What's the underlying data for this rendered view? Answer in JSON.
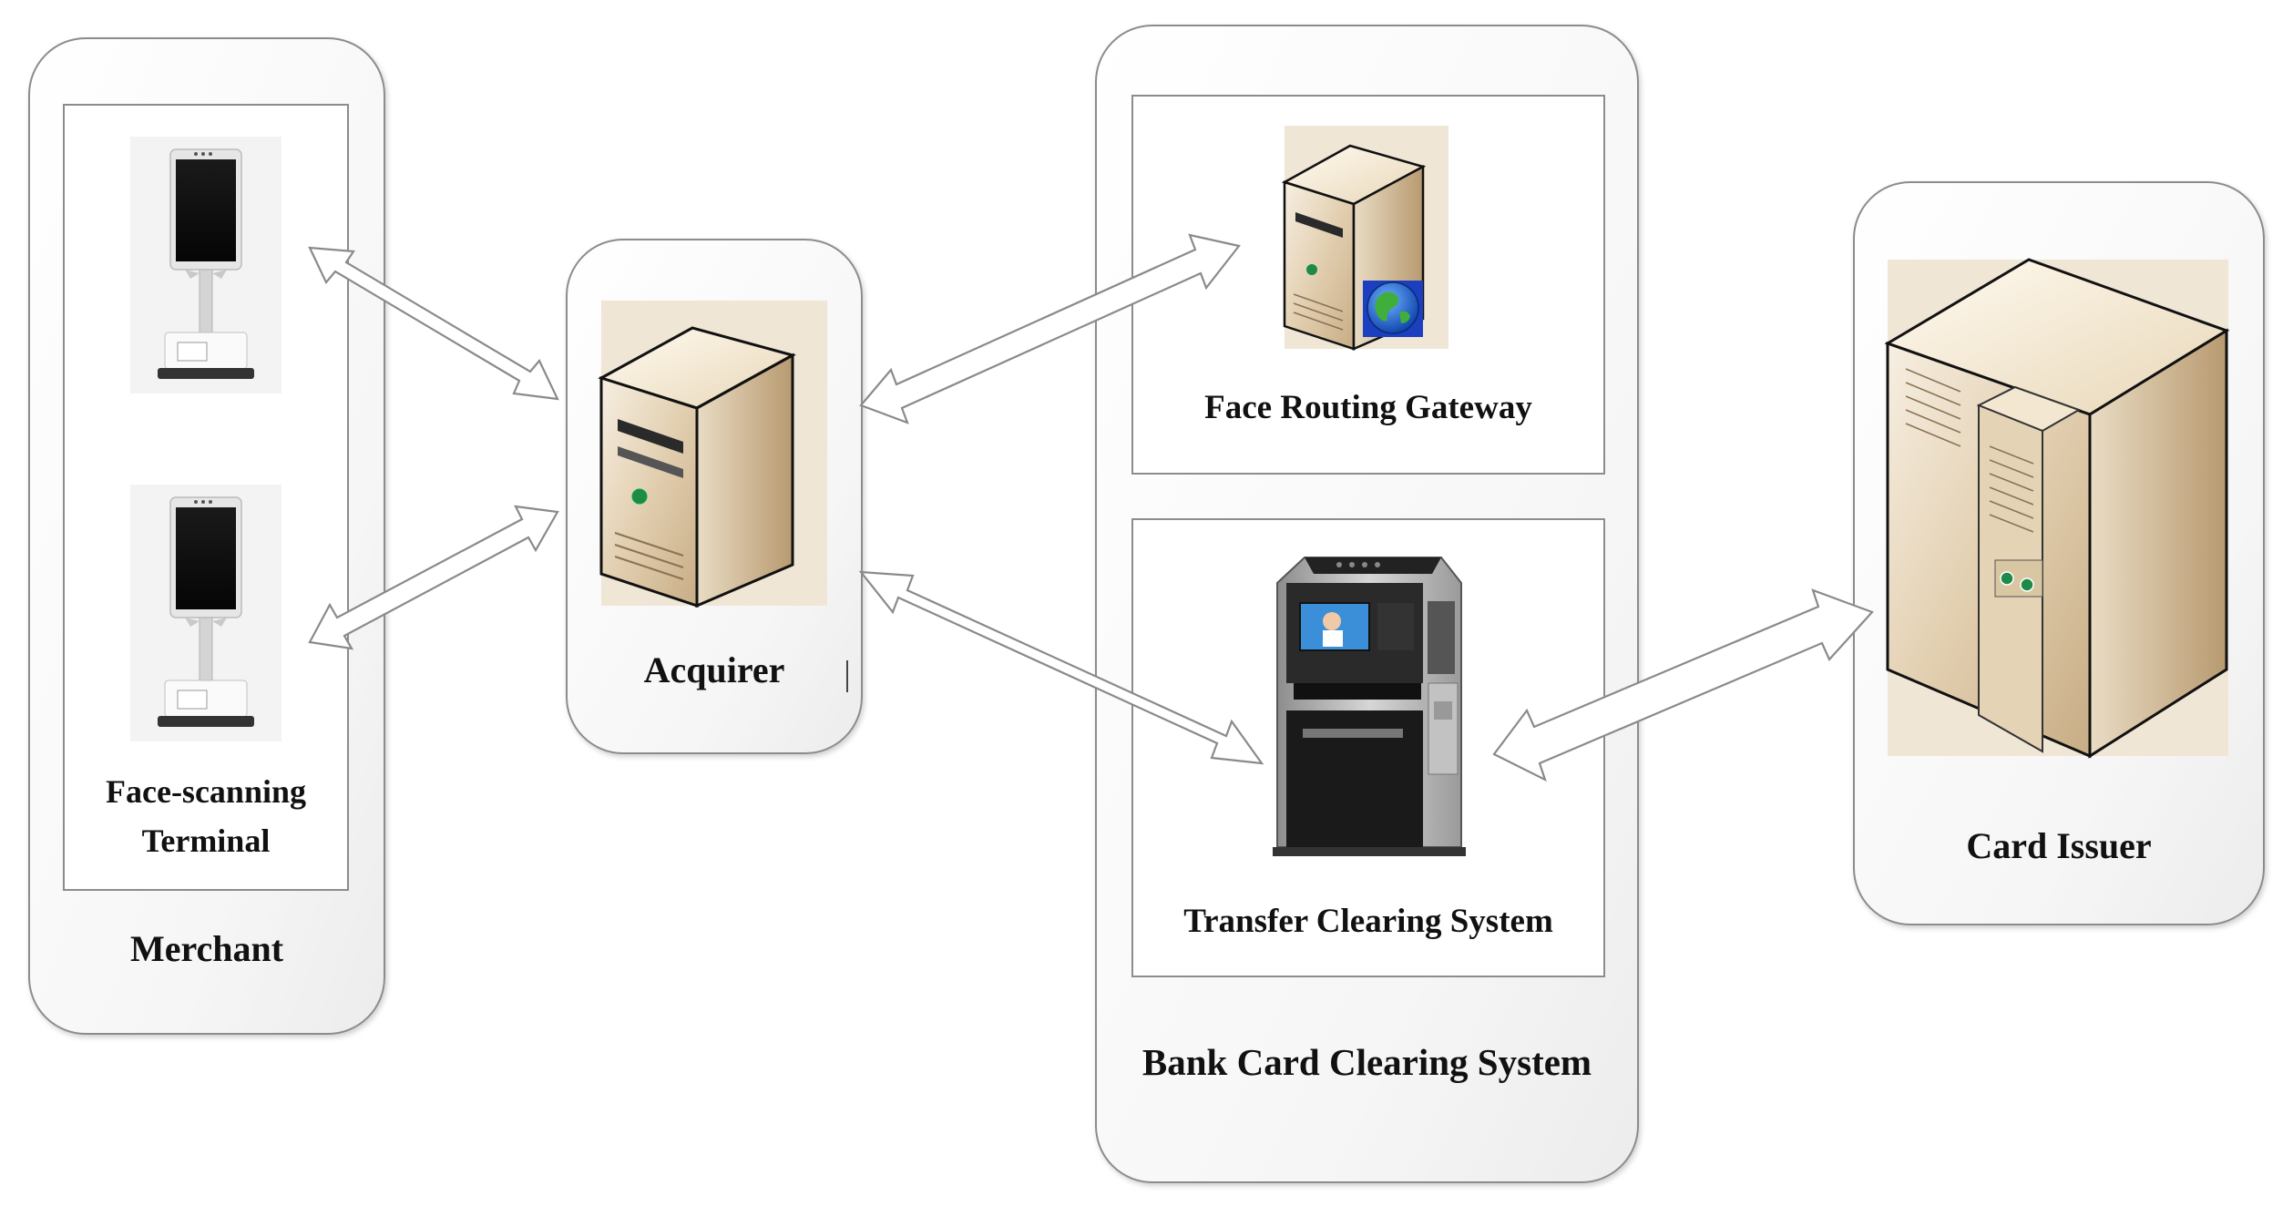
{
  "diagram": {
    "nodes": {
      "merchant": {
        "label": "Merchant"
      },
      "terminal": {
        "label_line1": "Face-scanning",
        "label_line2": "Terminal"
      },
      "acquirer": {
        "label": "Acquirer"
      },
      "bank_card_clearing": {
        "label": "Bank Card Clearing System"
      },
      "face_routing_gateway": {
        "label": "Face Routing Gateway"
      },
      "transfer_clearing": {
        "label": "Transfer Clearing System"
      },
      "card_issuer": {
        "label": "Card Issuer"
      }
    },
    "edges": [
      {
        "from": "terminal-1",
        "to": "acquirer",
        "direction": "bidirectional"
      },
      {
        "from": "terminal-2",
        "to": "acquirer",
        "direction": "bidirectional"
      },
      {
        "from": "acquirer",
        "to": "face_routing_gateway",
        "direction": "bidirectional"
      },
      {
        "from": "acquirer",
        "to": "transfer_clearing",
        "direction": "bidirectional"
      },
      {
        "from": "transfer_clearing",
        "to": "card_issuer",
        "direction": "bidirectional"
      }
    ],
    "icons": [
      "face-terminal-icon",
      "server-tower-icon",
      "server-globe-icon",
      "atm-machine-icon",
      "server-cluster-icon"
    ]
  }
}
